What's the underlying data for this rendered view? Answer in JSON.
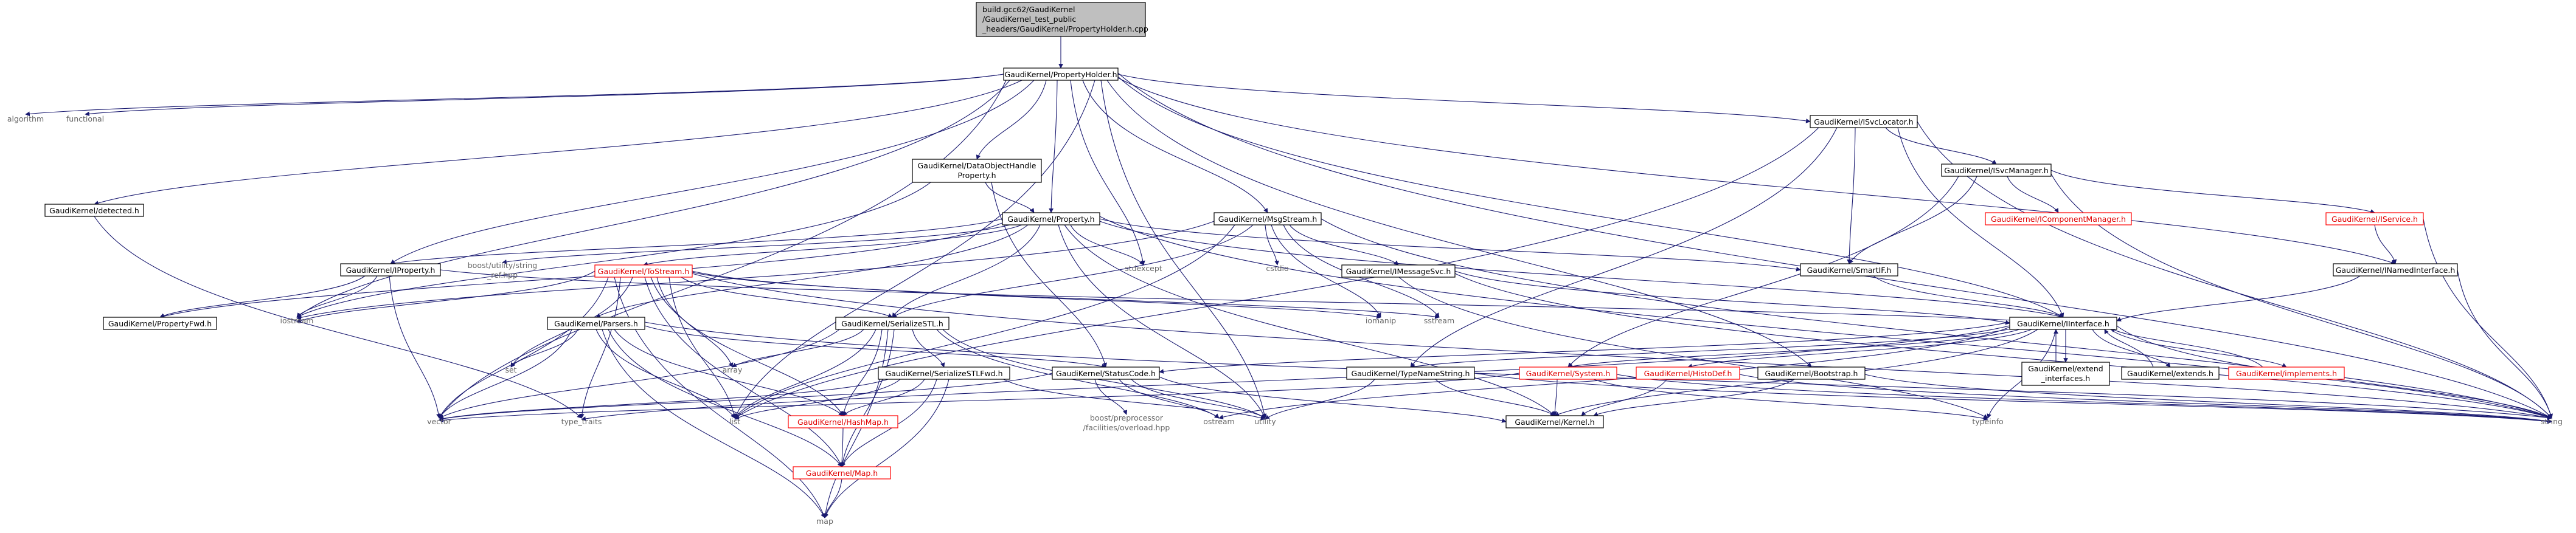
{
  "colors": {
    "edge": "#191970",
    "border": "#000000",
    "root_fill": "#bfbfbf",
    "node_fill": "#ffffff",
    "red_border": "#ff0000",
    "red_text": "#e00000",
    "plain_text": "#666666"
  },
  "root": {
    "line1": "build.gcc62/GaudiKernel",
    "line2": "/GaudiKernel_test_public",
    "line3": "_headers/GaudiKernel/PropertyHolder.h.cpp"
  },
  "labels": {
    "propertyholder": "GaudiKernel/PropertyHolder.h",
    "algorithm": "algorithm",
    "functional": "functional",
    "detected": "GaudiKernel/detected.h",
    "dohp1": "GaudiKernel/DataObjectHandle",
    "dohp2": "Property.h",
    "property": "GaudiKernel/Property.h",
    "iproperty": "GaudiKernel/IProperty.h",
    "boostref1": "boost/utility/string",
    "boostref2": "_ref.hpp",
    "tostream": "GaudiKernel/ToStream.h",
    "propertyfwd": "GaudiKernel/PropertyFwd.h",
    "iostream": "iostream",
    "parsers": "GaudiKernel/Parsers.h",
    "serializestl": "GaudiKernel/SerializeSTL.h",
    "serializestlfwd": "GaudiKernel/SerializeSTLFwd.h",
    "hashmap": "GaudiKernel/HashMap.h",
    "map_h": "GaudiKernel/Map.h",
    "map": "map",
    "vector": "vector",
    "type_traits": "type_traits",
    "list": "list",
    "set": "set",
    "array": "array",
    "statuscode": "GaudiKernel/StatusCode.h",
    "boostpp1": "boost/preprocessor",
    "boostpp2": "/facilities/overload.hpp",
    "ostream": "ostream",
    "utility": "utility",
    "stdexcept": "stdexcept",
    "msgstream": "GaudiKernel/MsgStream.h",
    "cstdio": "cstdio",
    "iomanip": "iomanip",
    "imessagesvc": "GaudiKernel/IMessageSvc.h",
    "sstream": "sstream",
    "isvclocator": "GaudiKernel/ISvcLocator.h",
    "isvcmanager": "GaudiKernel/ISvcManager.h",
    "icomponentmanager": "GaudiKernel/IComponentManager.h",
    "iservice": "GaudiKernel/IService.h",
    "inamedinterface": "GaudiKernel/INamedInterface.h",
    "smartif": "GaudiKernel/SmartIF.h",
    "iinterface": "GaudiKernel/IInterface.h",
    "typenamestring": "GaudiKernel/TypeNameString.h",
    "system": "GaudiKernel/System.h",
    "histodef": "GaudiKernel/HistoDef.h",
    "bootstrap": "GaudiKernel/Bootstrap.h",
    "kernel": "GaudiKernel/Kernel.h",
    "extend1": "GaudiKernel/extend",
    "extend2": "_interfaces.h",
    "extends": "GaudiKernel/extends.h",
    "implements": "GaudiKernel/implements.h",
    "typeinfo": "typeinfo",
    "string": "string"
  }
}
